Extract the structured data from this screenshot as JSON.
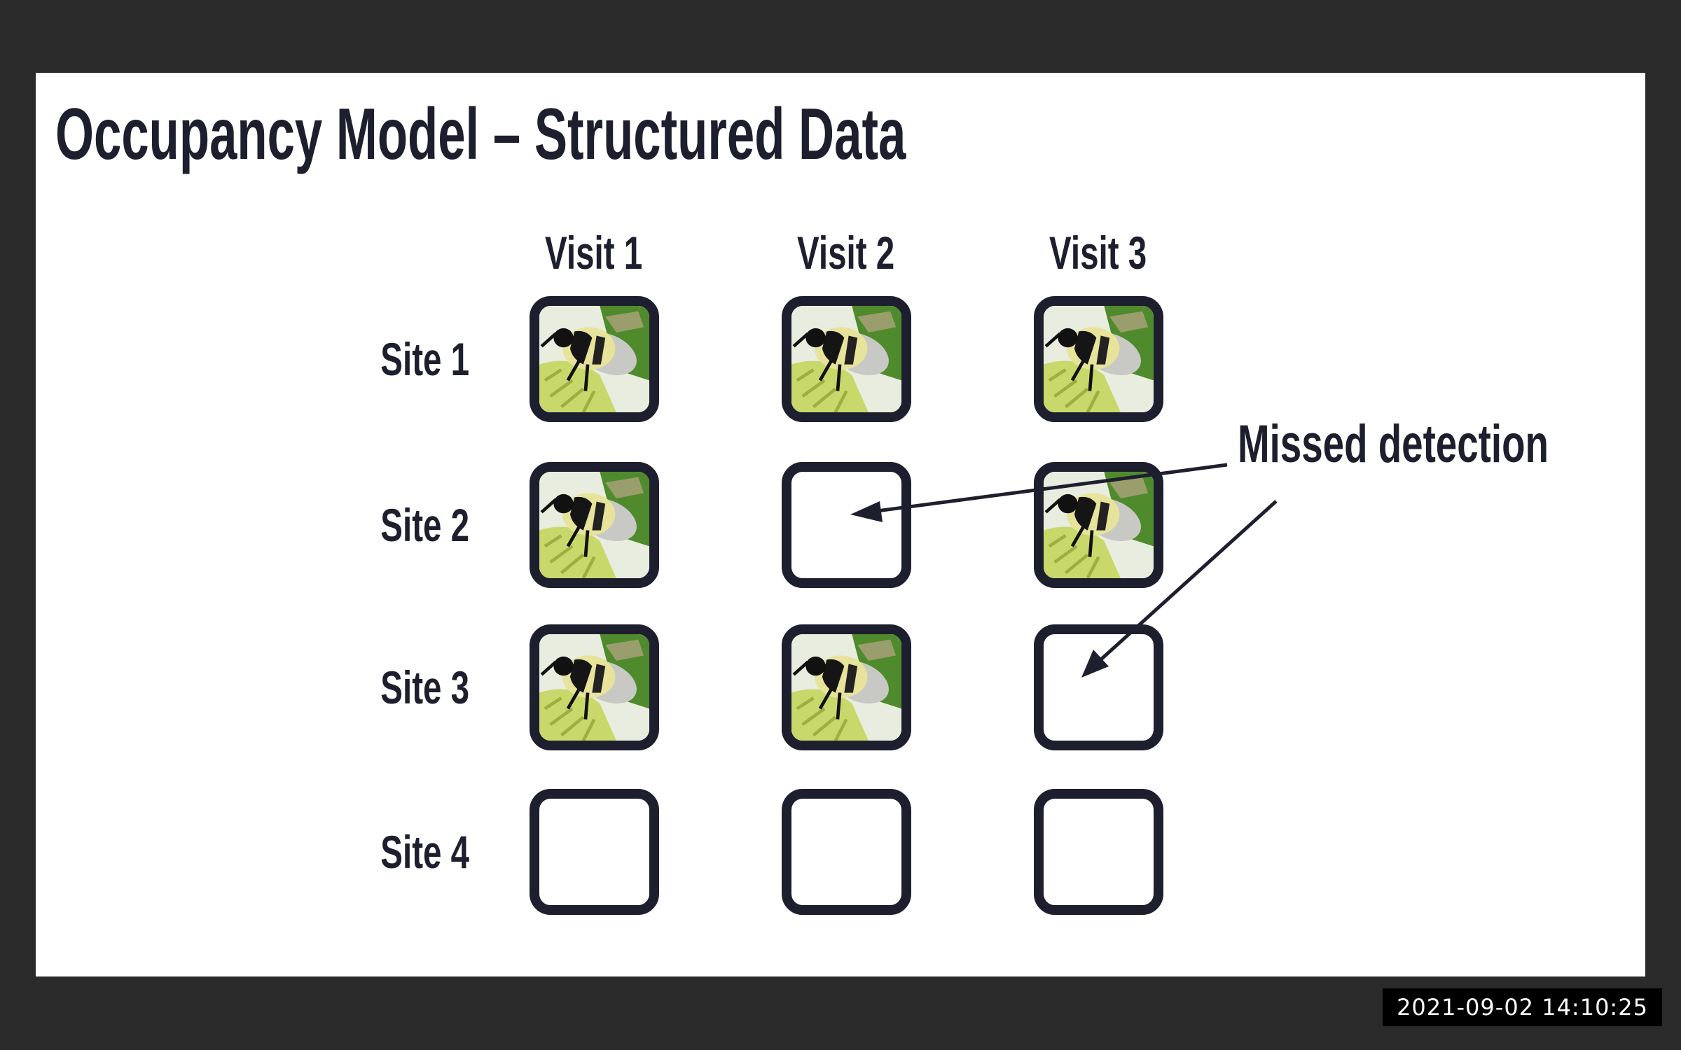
{
  "slide": {
    "title": "Occupancy Model – Structured Data",
    "visits": [
      "Visit 1",
      "Visit 2",
      "Visit 3"
    ],
    "sites": [
      "Site 1",
      "Site 2",
      "Site 3",
      "Site 4"
    ],
    "detections": [
      [
        true,
        true,
        true
      ],
      [
        true,
        false,
        true
      ],
      [
        true,
        true,
        false
      ],
      [
        false,
        false,
        false
      ]
    ],
    "annotation": "Missed detection",
    "colors": {
      "ink": "#1e1f2e",
      "background": "#ffffff",
      "frame": "#2a2a2a"
    }
  },
  "overlay": {
    "timestamp": "2021-09-02  14:10:25"
  }
}
